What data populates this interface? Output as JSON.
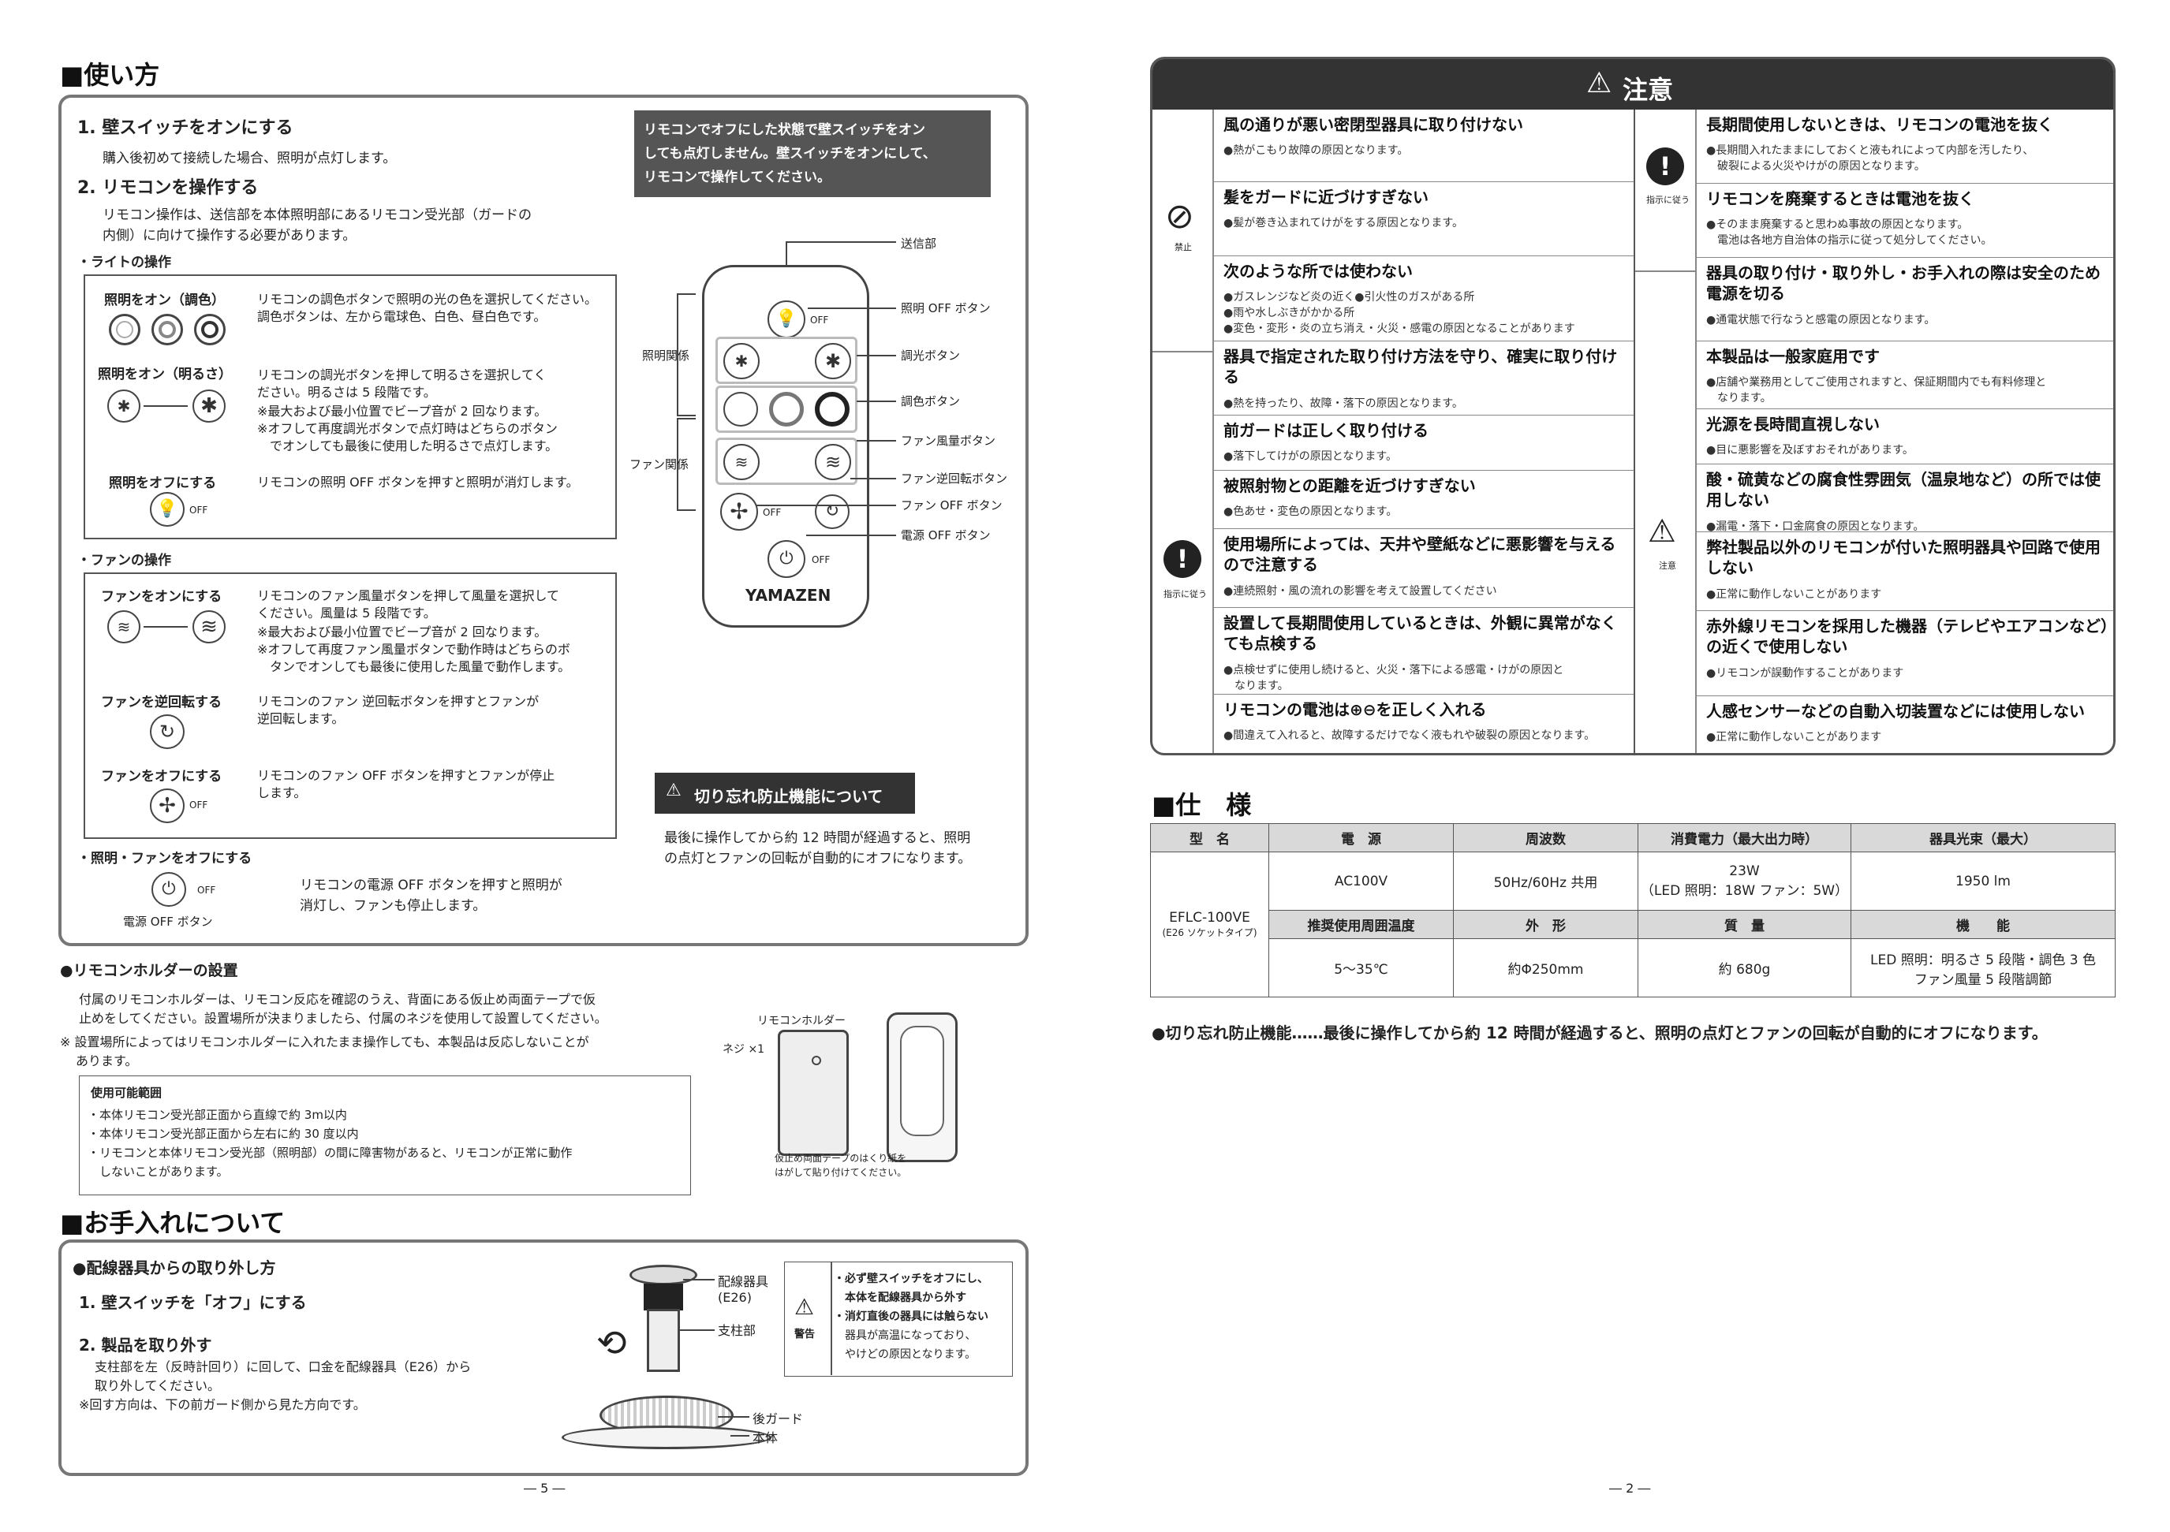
{
  "left": {
    "title": "■使い方",
    "step1": "1. 壁スイッチをオンにする",
    "step1_desc": "購入後初めて接続した場合、照明が点灯します。",
    "step2": "2. リモコンを操作する",
    "step2_desc": [
      "リモコン操作は、送信部を本体照明部にあるリモコン受光部（ガードの",
      "内側）に向けて操作する必要があります。"
    ],
    "callout": [
      "リモコンでオフにした状態で壁スイッチをオン",
      "しても点灯しません。壁スイッチをオンにして、",
      "リモコンで操作してください。"
    ],
    "light_ops": "・ライトの操作",
    "light_on_color": "照明をオン（調色）",
    "light_on_color_desc": [
      "リモコンの調色ボタンで照明の光の色を選択してください。",
      "調色ボタンは、左から電球色、白色、昼白色です。"
    ],
    "light_on_bright": "照明をオン（明るさ）",
    "light_on_bright_desc": [
      "リモコンの調光ボタンを押して明るさを選択してく",
      "ださい。明るさは 5 段階です。",
      "※最大および最小位置でビープ音が 2 回なります。",
      "※オフして再度調光ボタンで点灯時はどちらのボタン",
      "　でオンしても最後に使用した明るさで点灯します。"
    ],
    "light_off": "照明をオフにする",
    "light_off_desc": "リモコンの照明 OFF ボタンを押すと照明が消灯します。",
    "fan_ops": "・ファンの操作",
    "fan_on": "ファンをオンにする",
    "fan_on_desc": [
      "リモコンのファン風量ボタンを押して風量を選択して",
      "ください。風量は 5 段階です。",
      "※最大および最小位置でビープ音が 2 回なります。",
      "※オフして再度ファン風量ボタンで動作時はどちらのボ",
      "　タンでオンしても最後に使用した風量で動作します。"
    ],
    "fan_rev": "ファンを逆回転する",
    "fan_rev_desc": [
      "リモコンのファン 逆回転ボタンを押すとファンが",
      "逆回転します。"
    ],
    "fan_off": "ファンをオフにする",
    "fan_off_desc": [
      "リモコンのファン OFF ボタンを押すとファンが停止",
      "します。"
    ],
    "all_off": "・照明・ファンをオフにする",
    "all_off_desc": [
      "リモコンの電源 OFF ボタンを押すと照明が",
      "消灯し、ファンも停止します。"
    ],
    "power_off_btn": "電源 OFF ボタン",
    "off": "OFF",
    "remote_labels": {
      "send": "送信部",
      "light_off": "照明 OFF ボタン",
      "dimmer": "調光ボタン",
      "color": "調色ボタン",
      "fan_speed": "ファン風量ボタン",
      "fan_rev": "ファン逆回転ボタン",
      "fan_off": "ファン OFF ボタン",
      "power_off": "電源 OFF ボタン",
      "light_group": "照明関係",
      "fan_group": "ファン関係",
      "brand": "YAMAZEN"
    },
    "timer_title": "切り忘れ防止機能について",
    "timer_desc": [
      "最後に操作してから約 12 時間が経過すると、照明",
      "の点灯とファンの回転が自動的にオフになります。"
    ],
    "holder_title": "●リモコンホルダーの設置",
    "holder_desc": [
      "付属のリモコンホルダーは、リモコン反応を確認のうえ、背面にある仮止め両面テープで仮",
      "止めをしてください。設置場所が決まりましたら、付属のネジを使用して設置してください。"
    ],
    "holder_note": [
      "※ 設置場所によってはリモコンホルダーに入れたまま操作しても、本製品は反応しないことが",
      "あります。"
    ],
    "range_title": "使用可能範囲",
    "range_items": [
      "・本体リモコン受光部正面から直線で約 3m以内",
      "・本体リモコン受光部正面から左右に約 30 度以内",
      "・リモコンと本体リモコン受光部（照明部）の間に障害物があると、リモコンが正常に動作",
      "　しないことがあります。"
    ],
    "holder_label": "リモコンホルダー",
    "screw_label": "ネジ ×1",
    "tape_note": [
      "仮止め両面テープのはくり紙を",
      "はがして貼り付けてください。"
    ],
    "care_title": "■お手入れについて",
    "remove_title": "●配線器具からの取り外し方",
    "rm_step1": "1. 壁スイッチを「オフ」にする",
    "rm_step2": "2. 製品を取り外す",
    "rm_step2_desc": [
      "支柱部を左（反時計回り）に回して、口金を配線器具（E26）から",
      "取り外してください。",
      "※回す方向は、下の前ガード側から見た方向です。"
    ],
    "fixture_labels": {
      "wiring": "配線器具",
      "e26": "(E26)",
      "pole": "支柱部",
      "rear_guard": "後ガード",
      "body": "本体"
    },
    "warning_label": "警告",
    "warning_text": [
      "・必ず壁スイッチをオフにし、",
      "　本体を配線器具から外す",
      "・消灯直後の器具には触らない",
      "　器具が高温になっており、",
      "　やけどの原因となります。"
    ],
    "page": "― 5 ―"
  },
  "right": {
    "caution_title": "注意",
    "prohibit_label": "禁止",
    "instruct_label": "指示に従う",
    "caution_label": "注意",
    "left_col": [
      {
        "title": "風の通りが悪い密閉型器具に取り付けない",
        "desc": [
          "●熱がこもり故障の原因となります。"
        ]
      },
      {
        "title": "髪をガードに近づけすぎない",
        "desc": [
          "●髪が巻き込まれてけがをする原因となります。"
        ]
      },
      {
        "title": "次のような所では使わない",
        "desc": [
          "●ガスレンジなど炎の近く●引火性のガスがある所",
          "●雨や水しぶきがかかる所",
          "●変色・変形・炎の立ち消え・火災・感電の原因となることがあります"
        ]
      },
      {
        "title": "器具で指定された取り付け方法を守り、確実に取り付ける",
        "desc": [
          "●熱を持ったり、故障・落下の原因となります。"
        ]
      },
      {
        "title": "前ガードは正しく取り付ける",
        "desc": [
          "●落下してけがの原因となります。"
        ]
      },
      {
        "title": "被照射物との距離を近づけすぎない",
        "desc": [
          "●色あせ・変色の原因となります。"
        ]
      },
      {
        "title": "使用場所によっては、天井や壁紙などに悪影響を与えるので注意する",
        "desc": [
          "●連続照射・風の流れの影響を考えて設置してください"
        ]
      },
      {
        "title": "設置して長期間使用しているときは、外観に異常がなくても点検する",
        "desc": [
          "●点検せずに使用し続けると、火災・落下による感電・けがの原因と",
          "　なります。"
        ]
      },
      {
        "title": "リモコンの電池は⊕⊖を正しく入れる",
        "desc": [
          "●間違えて入れると、故障するだけでなく液もれや破裂の原因となります。"
        ]
      }
    ],
    "right_col": [
      {
        "title": "長期間使用しないときは、リモコンの電池を抜く",
        "desc": [
          "●長期間入れたままにしておくと液もれによって内部を汚したり、",
          "　破裂による火災やけがの原因となります。"
        ]
      },
      {
        "title": "リモコンを廃棄するときは電池を抜く",
        "desc": [
          "●そのまま廃棄すると思わぬ事故の原因となります。",
          "　電池は各地方自治体の指示に従って処分してください。"
        ]
      },
      {
        "title": "器具の取り付け・取り外し・お手入れの際は安全のため電源を切る",
        "desc": [
          "●通電状態で行なうと感電の原因となります。"
        ]
      },
      {
        "title": "本製品は一般家庭用です",
        "desc": [
          "●店舗や業務用としてご使用されますと、保証期間内でも有料修理と",
          "　なります。"
        ]
      },
      {
        "title": "光源を長時間直視しない",
        "desc": [
          "●目に悪影響を及ぼすおそれがあります。"
        ]
      },
      {
        "title": "酸・硫黄などの腐食性雰囲気（温泉地など）の所では使用しない",
        "desc": [
          "●漏電・落下・口金腐食の原因となります。"
        ]
      },
      {
        "title": "弊社製品以外のリモコンが付いた照明器具や回路で使用しない",
        "desc": [
          "●正常に動作しないことがあります"
        ]
      },
      {
        "title": "赤外線リモコンを採用した機器（テレビやエアコンなど）の近くで使用しない",
        "desc": [
          "●リモコンが誤動作することがあります"
        ]
      },
      {
        "title": "人感センサーなどの自動入切装置などには使用しない",
        "desc": [
          "●正常に動作しないことがあります"
        ]
      }
    ],
    "spec_title": "■仕　様",
    "spec": {
      "h1": [
        "型　名",
        "電　源",
        "周波数",
        "消費電力（最大出力時）",
        "器具光束（最大）"
      ],
      "model": "EFLC-100VE",
      "model_sub": "(E26 ソケットタイプ)",
      "r1": [
        "AC100V",
        "50Hz/60Hz 共用",
        "23W",
        "（LED 照明：18W  ファン：5W）",
        "1950 lm"
      ],
      "h2": [
        "推奨使用周囲温度",
        "外　形",
        "質　量",
        "機　　能"
      ],
      "r2": [
        "5〜35℃",
        "約Φ250mm",
        "約 680g",
        "LED 照明：明るさ 5 段階・調色 3 色",
        "ファン風量 5 段階調節"
      ]
    },
    "footnote": "●切り忘れ防止機能……最後に操作してから約 12 時間が経過すると、照明の点灯とファンの回転が自動的にオフになります。",
    "page": "― 2 ―"
  }
}
